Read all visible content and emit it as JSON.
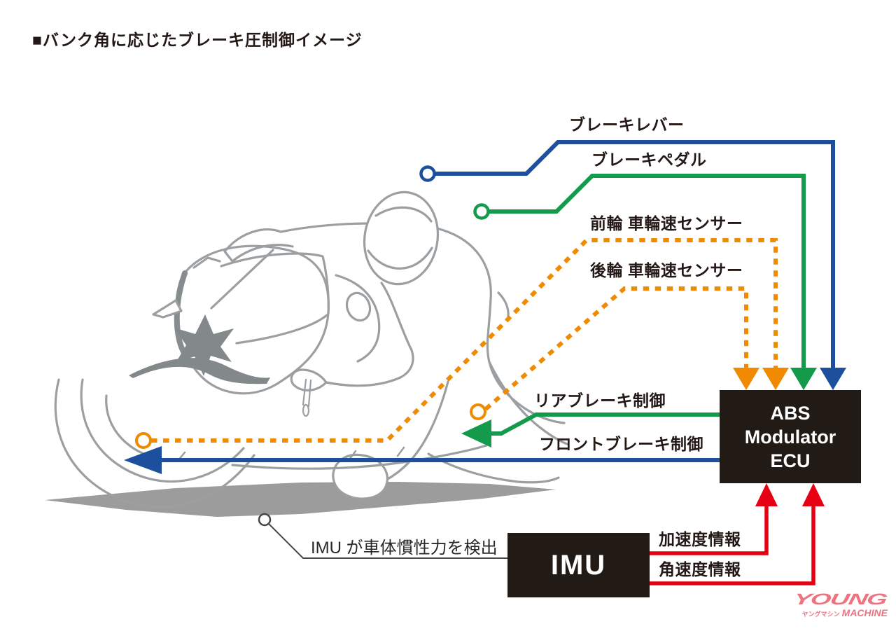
{
  "title": "■バンク角に応じたブレーキ圧制御イメージ",
  "labels": {
    "brake_lever": "ブレーキレバー",
    "brake_pedal": "ブレーキペダル",
    "front_wheel_sensor": "前輪 車輪速センサー",
    "rear_wheel_sensor": "後輪 車輪速センサー",
    "rear_brake_control": "リアブレーキ制御",
    "front_brake_control": "フロントブレーキ制御",
    "acceleration_info": "加速度情報",
    "angular_velocity_info": "角速度情報",
    "imu_caption": "IMU が車体慣性力を検出"
  },
  "boxes": {
    "abs": {
      "line1": "ABS",
      "line2": "Modulator",
      "line3": "ECU"
    },
    "imu": {
      "label": "IMU"
    }
  },
  "logo": {
    "young": "YOUNG",
    "katakana": "ヤングマシン",
    "machine": "MACHINE"
  },
  "connections": [
    {
      "label": "ブレーキレバー",
      "color": "blue",
      "style": "solid",
      "from": "brake lever",
      "to": "ABS Modulator ECU"
    },
    {
      "label": "ブレーキペダル",
      "color": "green",
      "style": "solid",
      "from": "brake pedal",
      "to": "ABS Modulator ECU"
    },
    {
      "label": "前輪 車輪速センサー",
      "color": "orange",
      "style": "dotted",
      "from": "front wheel speed sensor",
      "to": "ABS Modulator ECU"
    },
    {
      "label": "後輪 車輪速センサー",
      "color": "orange",
      "style": "dotted",
      "from": "rear wheel speed sensor",
      "to": "ABS Modulator ECU"
    },
    {
      "label": "リアブレーキ制御",
      "color": "green",
      "style": "solid",
      "from": "ABS Modulator ECU",
      "to": "rear brake"
    },
    {
      "label": "フロントブレーキ制御",
      "color": "blue",
      "style": "solid",
      "from": "ABS Modulator ECU",
      "to": "front brake"
    },
    {
      "label": "加速度情報",
      "color": "red",
      "style": "solid",
      "from": "IMU",
      "to": "ABS Modulator ECU"
    },
    {
      "label": "角速度情報",
      "color": "red",
      "style": "solid",
      "from": "IMU",
      "to": "ABS Modulator ECU"
    }
  ],
  "colors": {
    "blue": "#1c4f9c",
    "green": "#149a4b",
    "orange": "#f08a00",
    "red": "#e60014",
    "box_black": "#221a15",
    "sketch_gray": "#9b9fa2",
    "shadow_gray": "#9c9c9c",
    "logo_pink": "#ec7480",
    "text": "#231815"
  }
}
